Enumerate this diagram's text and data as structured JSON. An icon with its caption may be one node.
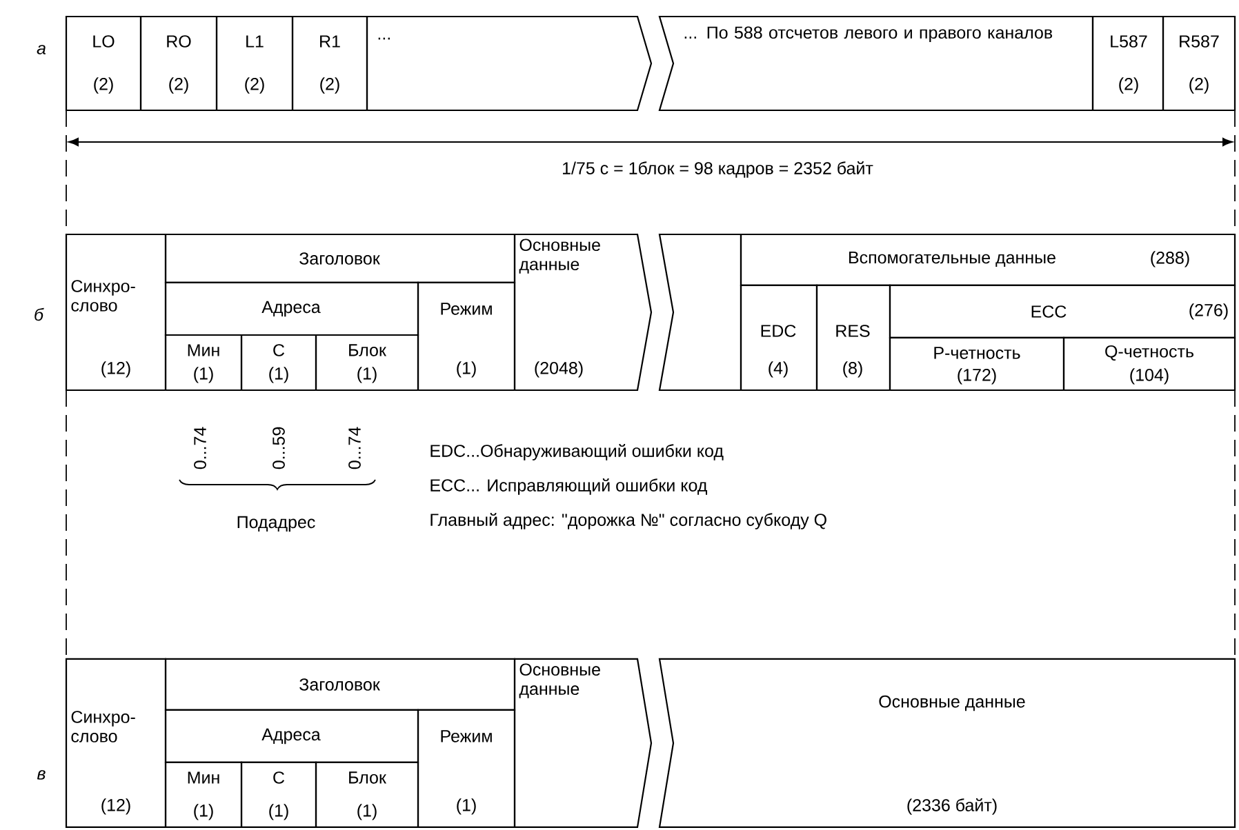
{
  "diagram": {
    "nodes": [
      {
        "text": [
          "LO",
          "(2)"
        ]
      },
      {
        "text": [
          "RO",
          "(2)"
        ]
      },
      {
        "text": [
          "L1",
          "(2)"
        ]
      },
      {
        "text": [
          "R1",
          "(2)"
        ]
      },
      {
        "text": [
          "..."
        ]
      },
      {
        "text": [
          "... По 588 отсчетов левого и правого каналов"
        ]
      },
      {
        "text": [
          "L587",
          "(2)"
        ]
      },
      {
        "text": [
          "R587",
          "(2)"
        ]
      },
      {
        "text": [
          "Синхро-слово",
          "(12)"
        ]
      },
      {
        "text": [
          "Заголовок"
        ]
      },
      {
        "text": [
          "Адреса"
        ]
      },
      {
        "text": [
          "Режим",
          "(1)"
        ]
      },
      {
        "text": [
          "Мин",
          "(1)"
        ]
      },
      {
        "text": [
          "С",
          "(1)"
        ]
      },
      {
        "text": [
          "Блок",
          "(1)"
        ]
      },
      {
        "text": [
          "Основные данные",
          "(2048)"
        ]
      },
      {
        "text": [],
        "shape": "box"
      },
      {
        "text": [
          "Вспомогательные данные",
          "(288)"
        ]
      },
      {
        "text": [
          "EDC",
          "(4)"
        ]
      },
      {
        "text": [
          "RES",
          "(8)"
        ]
      },
      {
        "text": [
          "ECC",
          "(276)"
        ]
      },
      {
        "text": [
          "P-четность",
          "(172)"
        ]
      },
      {
        "text": [
          "Q-четность",
          "(104)"
        ]
      },
      {
        "text": [
          "Синхро-слово",
          "(12)"
        ]
      },
      {
        "text": [
          "Заголовок"
        ]
      },
      {
        "text": [
          "Адреса"
        ]
      },
      {
        "text": [
          "Режим",
          "(1)"
        ]
      },
      {
        "text": [
          "Мин",
          "(1)"
        ]
      },
      {
        "text": [
          "С",
          "(1)"
        ]
      },
      {
        "text": [
          "Блок",
          "(1)"
        ]
      },
      {
        "text": [
          "Основные данные"
        ]
      },
      {
        "text": [
          "Основные данные",
          "(2336 байт)"
        ]
      }
    ],
    "labels": [
      "а",
      "1/75 с = 1блок = 98 кадров = 2352 байт",
      "б",
      "0...74",
      "0...59",
      "0...74",
      "Подадрес",
      "EDC...Обнаруживающий ошибки код",
      "ECC... Исправляющий ошибки код",
      "Главный адрес: \"дорожка №\" согласно субкоду Q",
      "в"
    ]
  }
}
